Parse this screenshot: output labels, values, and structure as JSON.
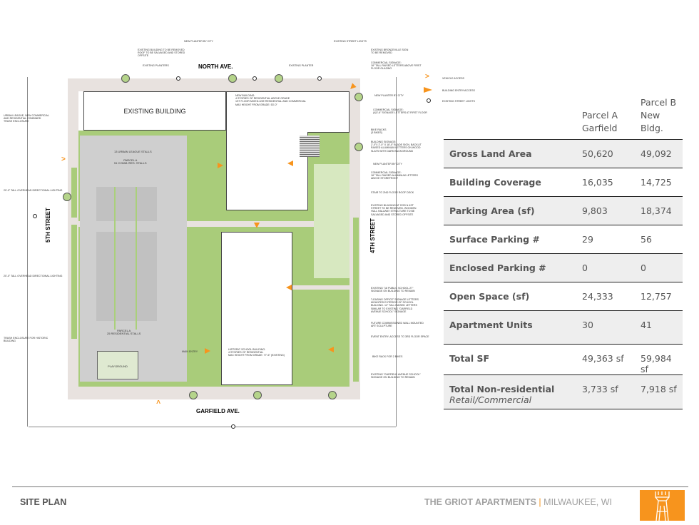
{
  "site_plan": {
    "streets": {
      "north": "NORTH AVE.",
      "west": "5TH STREET",
      "east": "4TH STREET",
      "south": "GARFIELD AVE."
    },
    "existing_building": "EXISTING BUILDING",
    "parcel_a_lot": "PARCEL A\n51 COMM./RES. STALLS",
    "parcel_a_lot2": "PARCEL A\n25 RESIDENTIAL STALLS",
    "league_stalls": "13 URBAN LEAGUE STALLS",
    "playground": "PLAYGROUND",
    "new_building": "NEW BUILDING:\n4 STORIES OF RESIDENTIAL ABOVE GRADE\n1ST FLOOR MIXED-USE RESIDENTIAL AND COMMERCIAL\nMAX HEIGHT FROM GRADE: 53'-0\"",
    "historic_building": "HISTORIC SCHOOL BUILDING:\n4 STORIES OF RESIDENTIAL\nMAX HEIGHT FROM GRADE: 77'-6\" (EXISTING)",
    "main_entry": "MAIN ENTRY",
    "annotations": {
      "new_planter_top": "NEW PLANTER BY CITY",
      "existing_street_lights": "EXISTING STREET LIGHTS",
      "existing_building_removed": "EXISTING BUILDING TO BE REMOVED\nROOF TO BE SALVAGED AND STORED\nOFFSITE",
      "existing_planters": "EXISTING PLANTERS",
      "existing_planter": "EXISTING PLANTER",
      "bronzeville_sign": "EXISTING BRONZEVILLE SIGN\nTO BE REMOVED",
      "commercial_signage_1": "COMMERCIAL SIGNAGE:\n18\" TALL RAISED LETTERS ABOVE FIRST\nFLOOR GLAZING",
      "new_planter_right": "NEW PLANTER BY CITY",
      "commercial_signage_2": "COMMERCIAL SIGNAGE:\n(4)3'-6\" SIGNAGE LETTERS AT FIRST FLOOR",
      "bike_racks": "BIKE RACKS\n(3 BIKES)",
      "building_signage": "BUILDING SIGNAGE:\n2'-0\"x 2'-0\" x 18'-0\" BLADE SIGN, BACKLIT\nRAISED ALUMINUM LETTERS ON WOOD\nSLATS WITH DARK BACKGROUND",
      "new_planter_right2": "NEW PLANTER BY CITY",
      "commercial_signage_3": "COMMERCIAL SIGNAGE:\n18\" TALL RAISED ALUMINUM LETTERS\nABOVE STOREFRONT",
      "stair": "STAIR TO 2ND FLOOR ROOF DECK",
      "existing_building_2220": "EXISTING BUILDING AT 2220 N 4ST\nSTREET TO BE REMOVED. WOODEN\nHULL HALLWAY STRUCTURE TO BE\nSALVAGED AND STORED OFFSITE",
      "school_signage": "EXISTING \"18 PUBLIC SCHOOL 27\"\nSIGNAGE ON BUILDING TO REMAIN",
      "leasing_office": "\"LEASING OFFICE\" SIGNAGE LETTERS\nMOUNTED EXTERIOR OF SCHOOL\nBUILDING. 12\" TALL RAISED LETTERS\nSIMILAR TO EXISTING \"GARFIELD\nAVENUE SCHOOL\" SIGNAGE",
      "art_sculpture": "FUTURE COMMISSIONED WALL MOUNTED\nART SCULPTURE",
      "event_entry": "EVENT ENTRY, ACCESS TO 3RD FLOOR SPACE",
      "bike_rack_2": "BIKE RACK FOR 2 BIKES",
      "garfield_signage": "EXISTING \"GARFIELD AVENUE SCHOOL\"\nSIGNAGE ON BUILDING TO REMAIN",
      "urban_league": "URBAN LEAGUE, NEW COMMERCIAL\nAND RESIDENTIAL COMBINED\nTRASH ENCLOSURE",
      "lighting_1": "20'-0\" TALL OVERHEAD DIRECTIONAL LIGHTING",
      "lighting_2": "20'-0\" TALL OVERHEAD DIRECTIONAL LIGHTING",
      "trash_historic": "TRASH ENCLOSURE FOR HISTORIC\nBUILDING"
    },
    "legend": [
      {
        "icon": "vehicle-access-chevron",
        "label": "VEHICLE ACCESS"
      },
      {
        "icon": "building-entry-arrow",
        "label": "BUILDING ENTRY/ACCESS"
      },
      {
        "icon": "street-light",
        "label": "EXISTING STREET LIGHTS"
      }
    ],
    "accent": "#f7941d",
    "green": "#a9cc7a"
  },
  "table": {
    "headers": [
      "",
      "Parcel A\nGarfield",
      "Parcel B\nNew Bldg."
    ],
    "rows": [
      {
        "label": "Gross Land Area",
        "a": "50,620",
        "b": "49,092"
      },
      {
        "label": "Building Coverage",
        "a": "16,035",
        "b": "14,725"
      },
      {
        "label": "Parking Area (sf)",
        "a": "9,803",
        "b": "18,374"
      },
      {
        "label": "Surface Parking #",
        "a": "29",
        "b": "56"
      },
      {
        "label": "Enclosed Parking #",
        "a": "0",
        "b": "0"
      },
      {
        "label": "Open Space (sf)",
        "a": "24,333",
        "b": "12,757"
      },
      {
        "label": "Apartment Units",
        "a": "30",
        "b": "41"
      },
      {
        "label": "Total SF",
        "a": "49,363 sf",
        "b": "59,984 sf"
      },
      {
        "label": "Total Non-residential",
        "sublabel": "Retail/Commercial",
        "a": "3,733 sf",
        "b": "7,918 sf"
      }
    ]
  },
  "footer": {
    "title": "SITE PLAN",
    "project": "THE GRIOT APARTMENTS",
    "separator": "|",
    "location": "MILWAUKEE, WI",
    "logo_color": "#f7941d"
  }
}
